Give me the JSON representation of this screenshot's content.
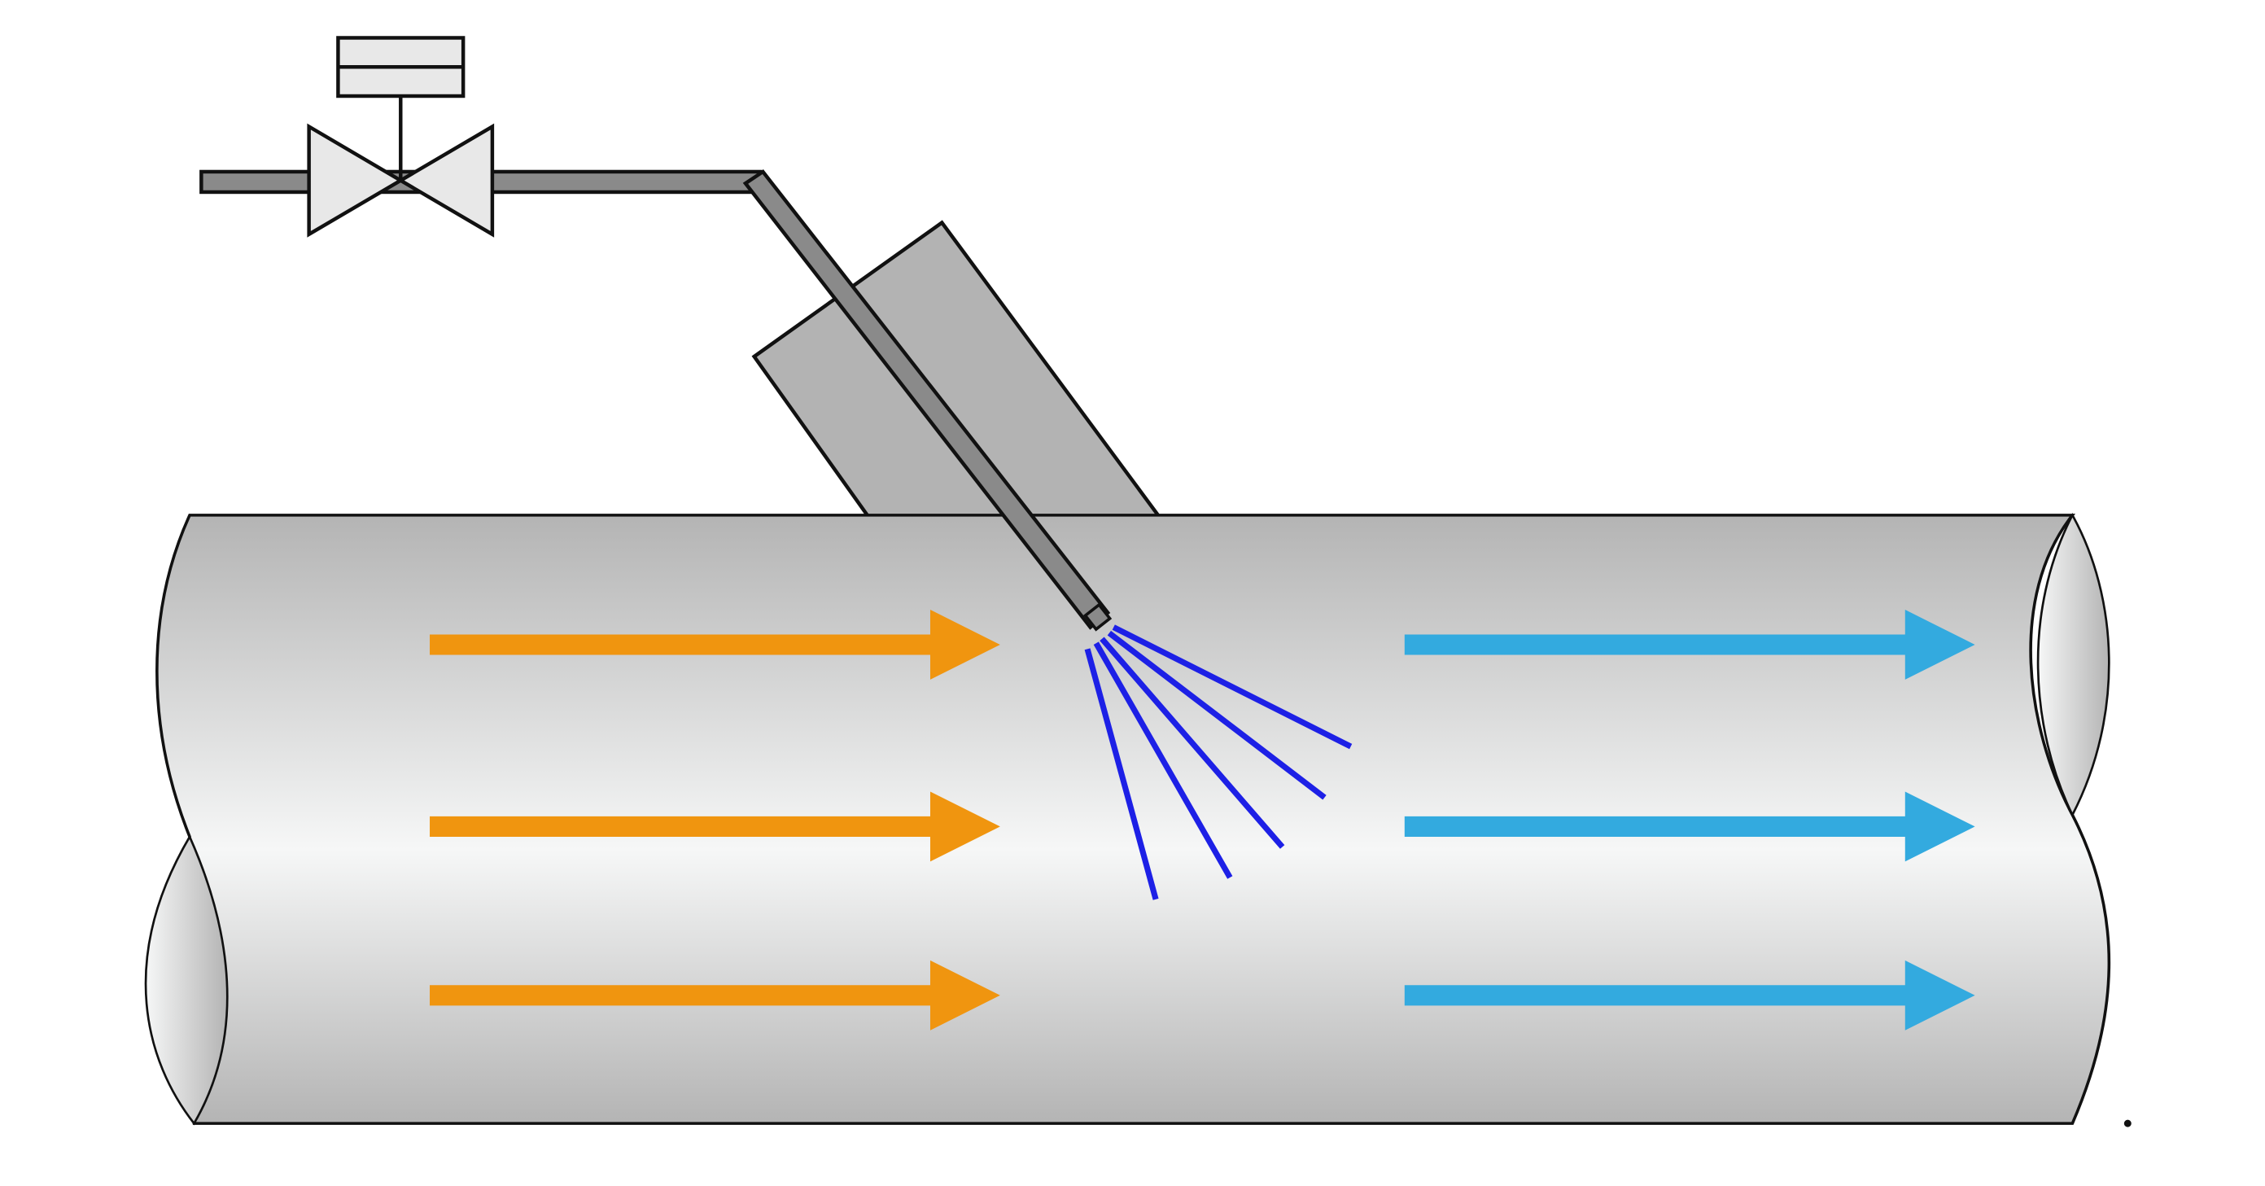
{
  "diagram": {
    "subject": "",
    "colors": {
      "background": "#ffffff",
      "pipe_light": "#f6f7f7",
      "pipe_dark": "#b4b4b4",
      "outline": "#111111",
      "feed_line": "#8a8a8a",
      "valve_fill": "#e8e8e8",
      "housing_fill": "#b3b3b3",
      "inlet_flow": "#f0950f",
      "outlet_flow": "#33aadf",
      "spray": "#1d20e6"
    },
    "icons": {
      "valve": "control-valve-icon",
      "actuator": "valve-actuator-icon",
      "nozzle": "spray-nozzle-icon",
      "spray": "spray-jets-icon"
    },
    "inlet_arrow_count": 3,
    "outlet_arrow_count": 3,
    "spray_jet_count": 5
  }
}
